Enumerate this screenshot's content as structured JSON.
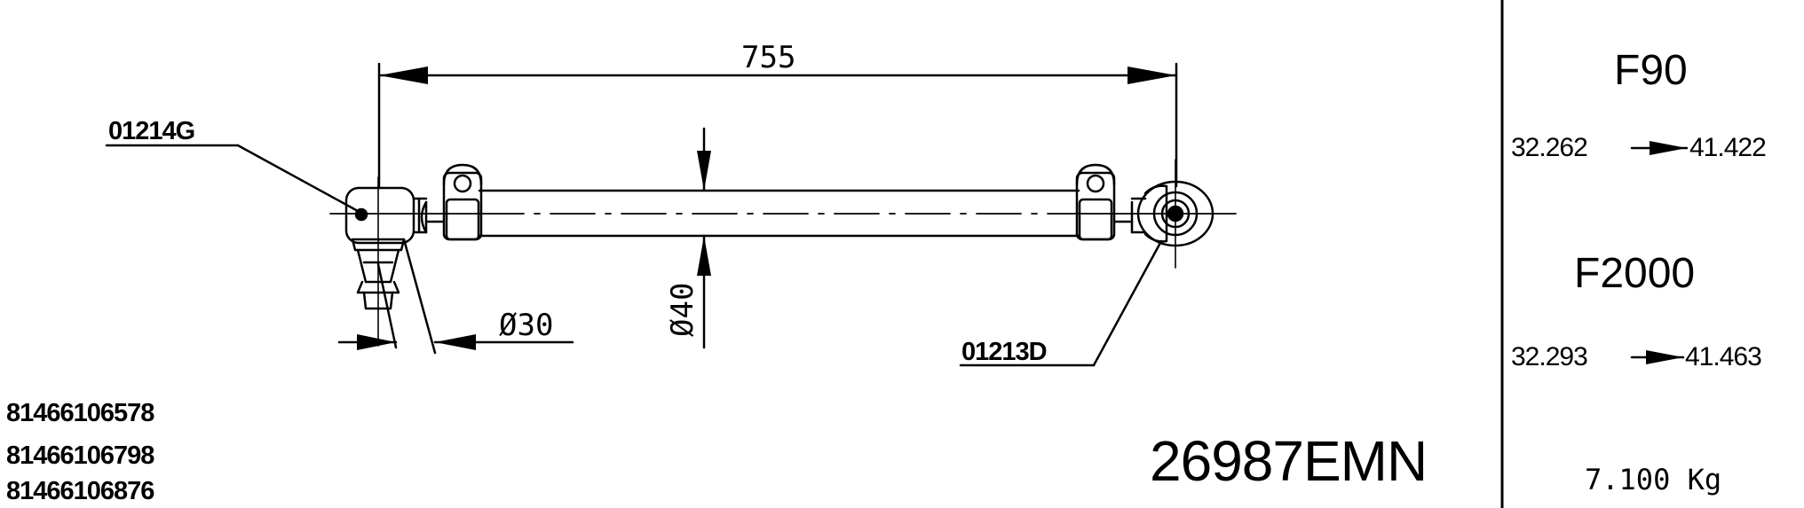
{
  "drawing": {
    "overall_length": "755",
    "diameter_tube": "Ø40",
    "diameter_pin": "Ø30",
    "left_end_label": "01214G",
    "right_end_label": "01213D"
  },
  "applications": [
    {
      "model": "F90",
      "from": "32.262",
      "to": "41.422"
    },
    {
      "model": "F2000",
      "from": "32.293",
      "to": "41.463"
    }
  ],
  "part_numbers": [
    "81466106578",
    "81466106798",
    "81466106876"
  ],
  "reference": "26987EMN",
  "weight": "7.100 Kg"
}
